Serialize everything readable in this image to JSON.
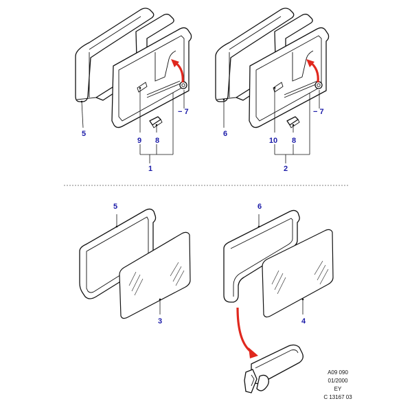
{
  "callouts": {
    "a5": "5",
    "a9": "9",
    "a8": "8",
    "a7": "− 7",
    "a1": "1",
    "b6": "6",
    "b10": "10",
    "b8": "8",
    "b7": "− 7",
    "b2": "2",
    "c5": "5",
    "c3": "3",
    "d6": "6",
    "d4": "4"
  },
  "reference": {
    "line1": "A09 090",
    "line2": "01/2000",
    "line3": "EY",
    "line4": "C 13167 03"
  },
  "colors": {
    "callout": "#1a1aa8",
    "arrow": "#e0281e",
    "line": "#111111"
  }
}
